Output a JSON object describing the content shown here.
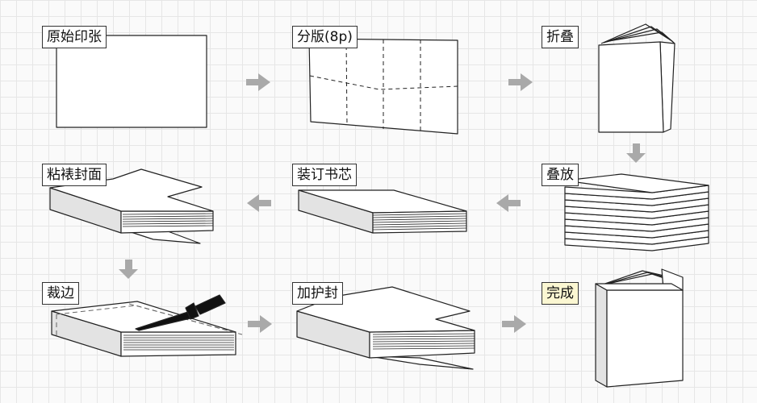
{
  "steps": [
    {
      "label": "原始印张"
    },
    {
      "label": "分版(8p)"
    },
    {
      "label": "折叠"
    },
    {
      "label": "叠放"
    },
    {
      "label": "装订书芯"
    },
    {
      "label": "粘裱封面"
    },
    {
      "label": "裁边"
    },
    {
      "label": "加护封"
    },
    {
      "label": "完成"
    }
  ],
  "colors": {
    "arrow": "#a9a9a9",
    "done_label_bg": "#fbf7d2"
  }
}
